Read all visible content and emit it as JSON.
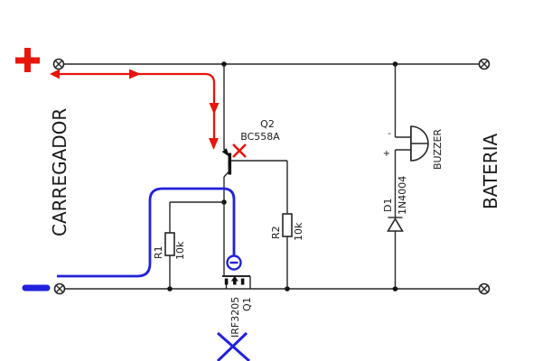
{
  "diagram": {
    "left_label": "CARREGADOR",
    "right_label": "BATERIA",
    "charger_positive_mark": "+",
    "charger_negative_mark": "−",
    "probe_indicator_mark": "−"
  },
  "components": {
    "q2": {
      "ref": "Q2",
      "part": "BC558A"
    },
    "q1": {
      "ref": "Q1",
      "part": "IRF3205"
    },
    "r1": {
      "ref": "R1",
      "value": "10k"
    },
    "r2": {
      "ref": "R2",
      "value": "10k"
    },
    "d1": {
      "ref": "D1",
      "part": "1N4004"
    },
    "buzzer": {
      "label": "BUZZER",
      "neg_terminal": "-",
      "pos_terminal": "+"
    }
  },
  "colors": {
    "background": "#ffffff",
    "wire": "#262626",
    "positive_path_red": "#e8150d",
    "negative_path_blue": "#2121dd"
  }
}
